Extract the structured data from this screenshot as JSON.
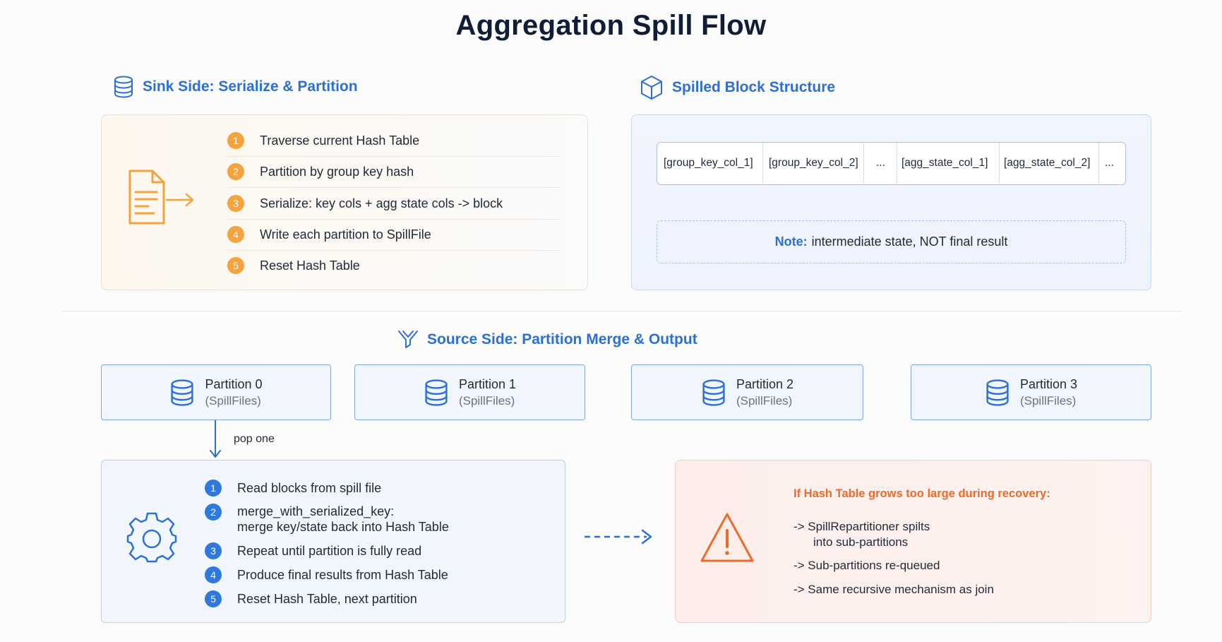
{
  "title": "Aggregation Spill Flow",
  "sink": {
    "heading": "Sink Side: Serialize & Partition",
    "steps": [
      {
        "num": "1",
        "text": "Traverse current Hash Table"
      },
      {
        "num": "2",
        "text": "Partition by group key hash"
      },
      {
        "num": "3",
        "text": "Serialize: key cols + agg state cols -> block"
      },
      {
        "num": "4",
        "text": "Write each partition to SpillFile"
      },
      {
        "num": "5",
        "text": "Reset Hash Table"
      }
    ]
  },
  "block": {
    "heading": "Spilled Block Structure",
    "columns": [
      "[group_key_col_1]",
      "[group_key_col_2]",
      "...",
      "[agg_state_col_1]",
      "[agg_state_col_2]",
      "..."
    ],
    "note_label": "Note:",
    "note_text": "intermediate state, NOT final result"
  },
  "source": {
    "heading": "Source Side: Partition Merge & Output",
    "partitions": [
      {
        "name": "Partition 0",
        "sub": "(SpillFiles)"
      },
      {
        "name": "Partition 1",
        "sub": "(SpillFiles)"
      },
      {
        "name": "Partition 2",
        "sub": "(SpillFiles)"
      },
      {
        "name": "Partition 3",
        "sub": "(SpillFiles)"
      }
    ],
    "pop_label": "pop one",
    "steps": [
      {
        "num": "1",
        "text": "Read blocks from spill file",
        "text2": ""
      },
      {
        "num": "2",
        "text": "merge_with_serialized_key:",
        "text2": "merge key/state back into Hash Table"
      },
      {
        "num": "3",
        "text": "Repeat until partition is fully read",
        "text2": ""
      },
      {
        "num": "4",
        "text": "Produce final results from Hash Table",
        "text2": ""
      },
      {
        "num": "5",
        "text": "Reset Hash Table, next partition",
        "text2": ""
      }
    ]
  },
  "warning": {
    "title": "If Hash Table grows too large during recovery:",
    "lines": [
      {
        "text": "-> SpillRepartitioner spilts",
        "text2": "into sub-partitions"
      },
      {
        "text": "-> Sub-partitions re-queued",
        "text2": ""
      },
      {
        "text": "-> Same recursive mechanism as join",
        "text2": ""
      }
    ]
  },
  "colors": {
    "accent_blue": "#2c6fd6",
    "accent_orange": "#f4a33e",
    "warning_orange": "#ef6a2a",
    "title_dark": "#0f1e36"
  },
  "icons": {
    "sink": "database-icon",
    "block": "cube-icon",
    "source": "funnel-icon",
    "sink_doc": "document-arrow-icon",
    "merge": "gear-icon",
    "warning": "warning-triangle-icon",
    "partition": "database-icon"
  }
}
